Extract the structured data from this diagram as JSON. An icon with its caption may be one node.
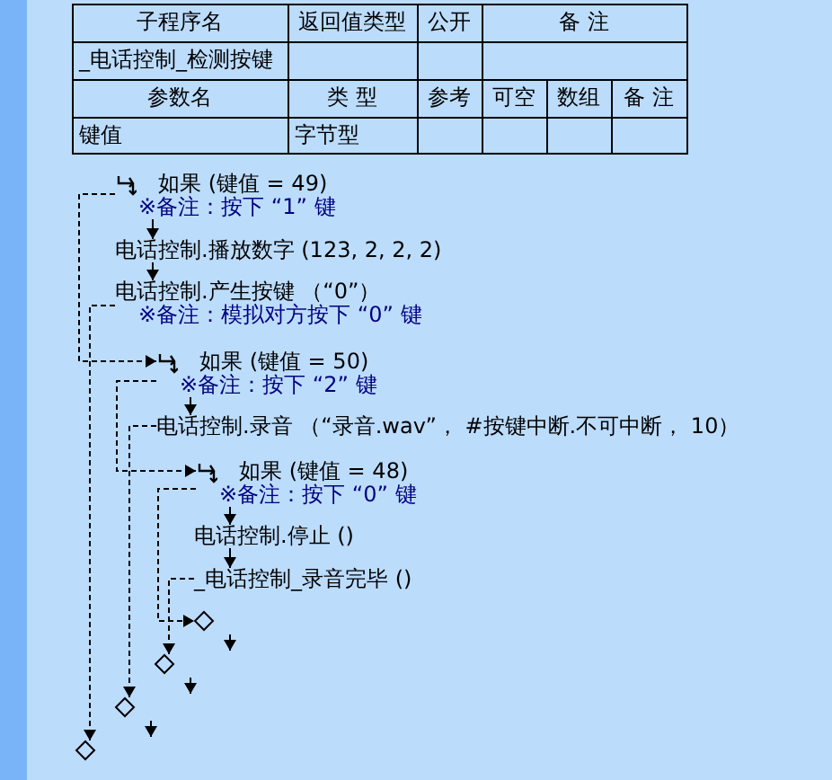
{
  "diagram": {
    "nodes": [
      {
        "text": [
          "如果 (键值 = 49)",
          "※备注：按下 “1” 键"
        ]
      },
      {
        "text": [
          "电话控制.播放数字 (123, 2, 2, 2)"
        ]
      },
      {
        "text": [
          "电话控制.产生按键 （“0”）",
          "※备注：模拟对方按下 “0” 键"
        ]
      },
      {
        "text": [
          "如果 (键值 = 50)",
          "※备注：按下 “2” 键"
        ]
      },
      {
        "text": [
          "电话控制.录音 （“录音.wav”， #按键中断.不可中断， 10）"
        ]
      },
      {
        "text": [
          "如果 (键值 = 48)",
          "※备注：按下 “0” 键"
        ]
      },
      {
        "text": [
          "电话控制.停止 ()"
        ]
      },
      {
        "text": [
          "_电话控制_录音完毕 ()"
        ]
      },
      {
        "text": [],
        "shape": "diamond"
      },
      {
        "text": [],
        "shape": "diamond"
      },
      {
        "text": [],
        "shape": "diamond"
      },
      {
        "text": [],
        "shape": "diamond"
      },
      {
        "text": [],
        "shape": "bar"
      }
    ],
    "edges": [
      {
        "from": 0,
        "to": 1,
        "arrow": "to"
      },
      {
        "from": 1,
        "to": 2,
        "arrow": "to"
      },
      {
        "from": 0,
        "to": 3,
        "arrow": "to",
        "style": "dashed"
      },
      {
        "from": 2,
        "to": 11,
        "arrow": "to",
        "style": "dashed"
      },
      {
        "from": 3,
        "to": 4,
        "arrow": "to"
      },
      {
        "from": 3,
        "to": 5,
        "arrow": "to",
        "style": "dashed"
      },
      {
        "from": 4,
        "to": 10,
        "arrow": "to",
        "style": "dashed"
      },
      {
        "from": 5,
        "to": 6,
        "arrow": "to"
      },
      {
        "from": 6,
        "to": 7,
        "arrow": "to"
      },
      {
        "from": 5,
        "to": 8,
        "arrow": "to",
        "style": "dashed"
      },
      {
        "from": 7,
        "to": 9,
        "arrow": "to",
        "style": "dashed"
      }
    ],
    "labels": [
      "子程序名",
      "返回值类型",
      "公开",
      "备 注",
      "_电话控制_检测按键",
      "参数名",
      "类 型",
      "参考",
      "可空",
      "数组",
      "备 注",
      "键值",
      "字节型"
    ]
  }
}
